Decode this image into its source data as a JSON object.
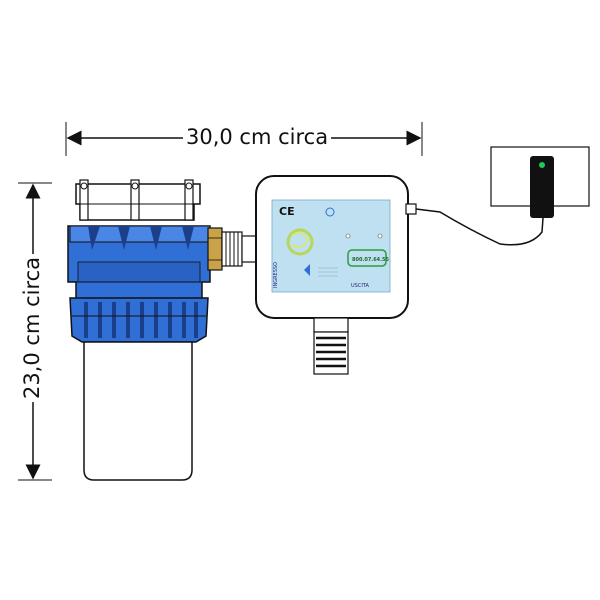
{
  "dimensions": {
    "width_label": "30,0 cm circa",
    "height_label": "23,0 cm circa"
  },
  "controller_panel": {
    "ce_mark": "CE",
    "brand_text": "",
    "inlet_label": "INGRESSO",
    "outlet_label": "USCITA",
    "phone_number": "800.07.64.55",
    "status_text": ""
  },
  "colors": {
    "filter_blue": "#2f6fd6",
    "filter_blue_dark": "#1b3f8a",
    "brass": "#c9a24a",
    "panel_bg": "#bfe0f0",
    "housing_white": "#ffffff",
    "led_green": "#22c55e",
    "outline": "#111111"
  },
  "icons": {
    "led": "power-led-icon",
    "logo": "swirl-logo-icon"
  }
}
